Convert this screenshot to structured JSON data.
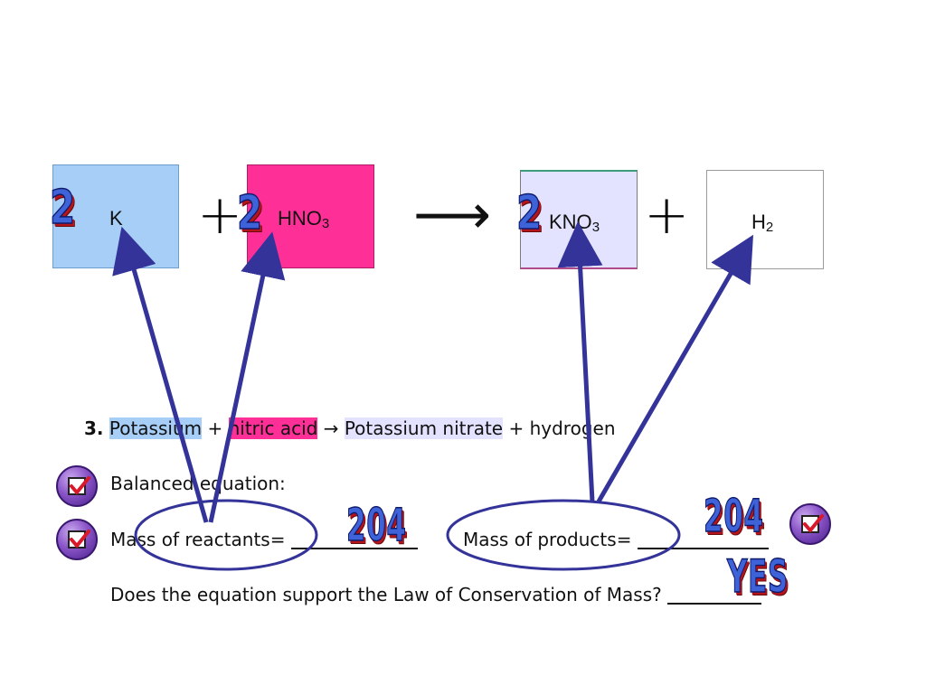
{
  "equation": {
    "boxes": [
      {
        "formula": "K",
        "sub": ""
      },
      {
        "formula": "HNO",
        "sub": "3"
      },
      {
        "formula": "KNO",
        "sub": "3"
      },
      {
        "formula": "H",
        "sub": "2"
      }
    ],
    "coefficients": [
      "2",
      "2",
      "2"
    ],
    "plus": "+",
    "arrow": "⟶"
  },
  "question": {
    "number": "3.",
    "reactant1": "Potassium",
    "plus1": "+",
    "reactant2": "nitric acid",
    "arrow": "→",
    "product1": "Potassium nitrate",
    "plus2": "+",
    "product2": "hydrogen"
  },
  "worksheet": {
    "balanced_label": "Balanced equation:",
    "reactants_label": "Mass of reactants=",
    "reactants_value": "204",
    "products_label": "Mass of products=",
    "products_value": "204",
    "conservation_question": "Does the equation support the Law of Conservation of Mass?",
    "conservation_answer": "YES"
  },
  "colors": {
    "potassium": "#a6cef7",
    "nitric_acid": "#ff2f98",
    "potassium_nitrate": "#e3e3ff",
    "arrow_stroke": "#333399"
  },
  "icons": [
    "checkbox-checked-icon"
  ]
}
